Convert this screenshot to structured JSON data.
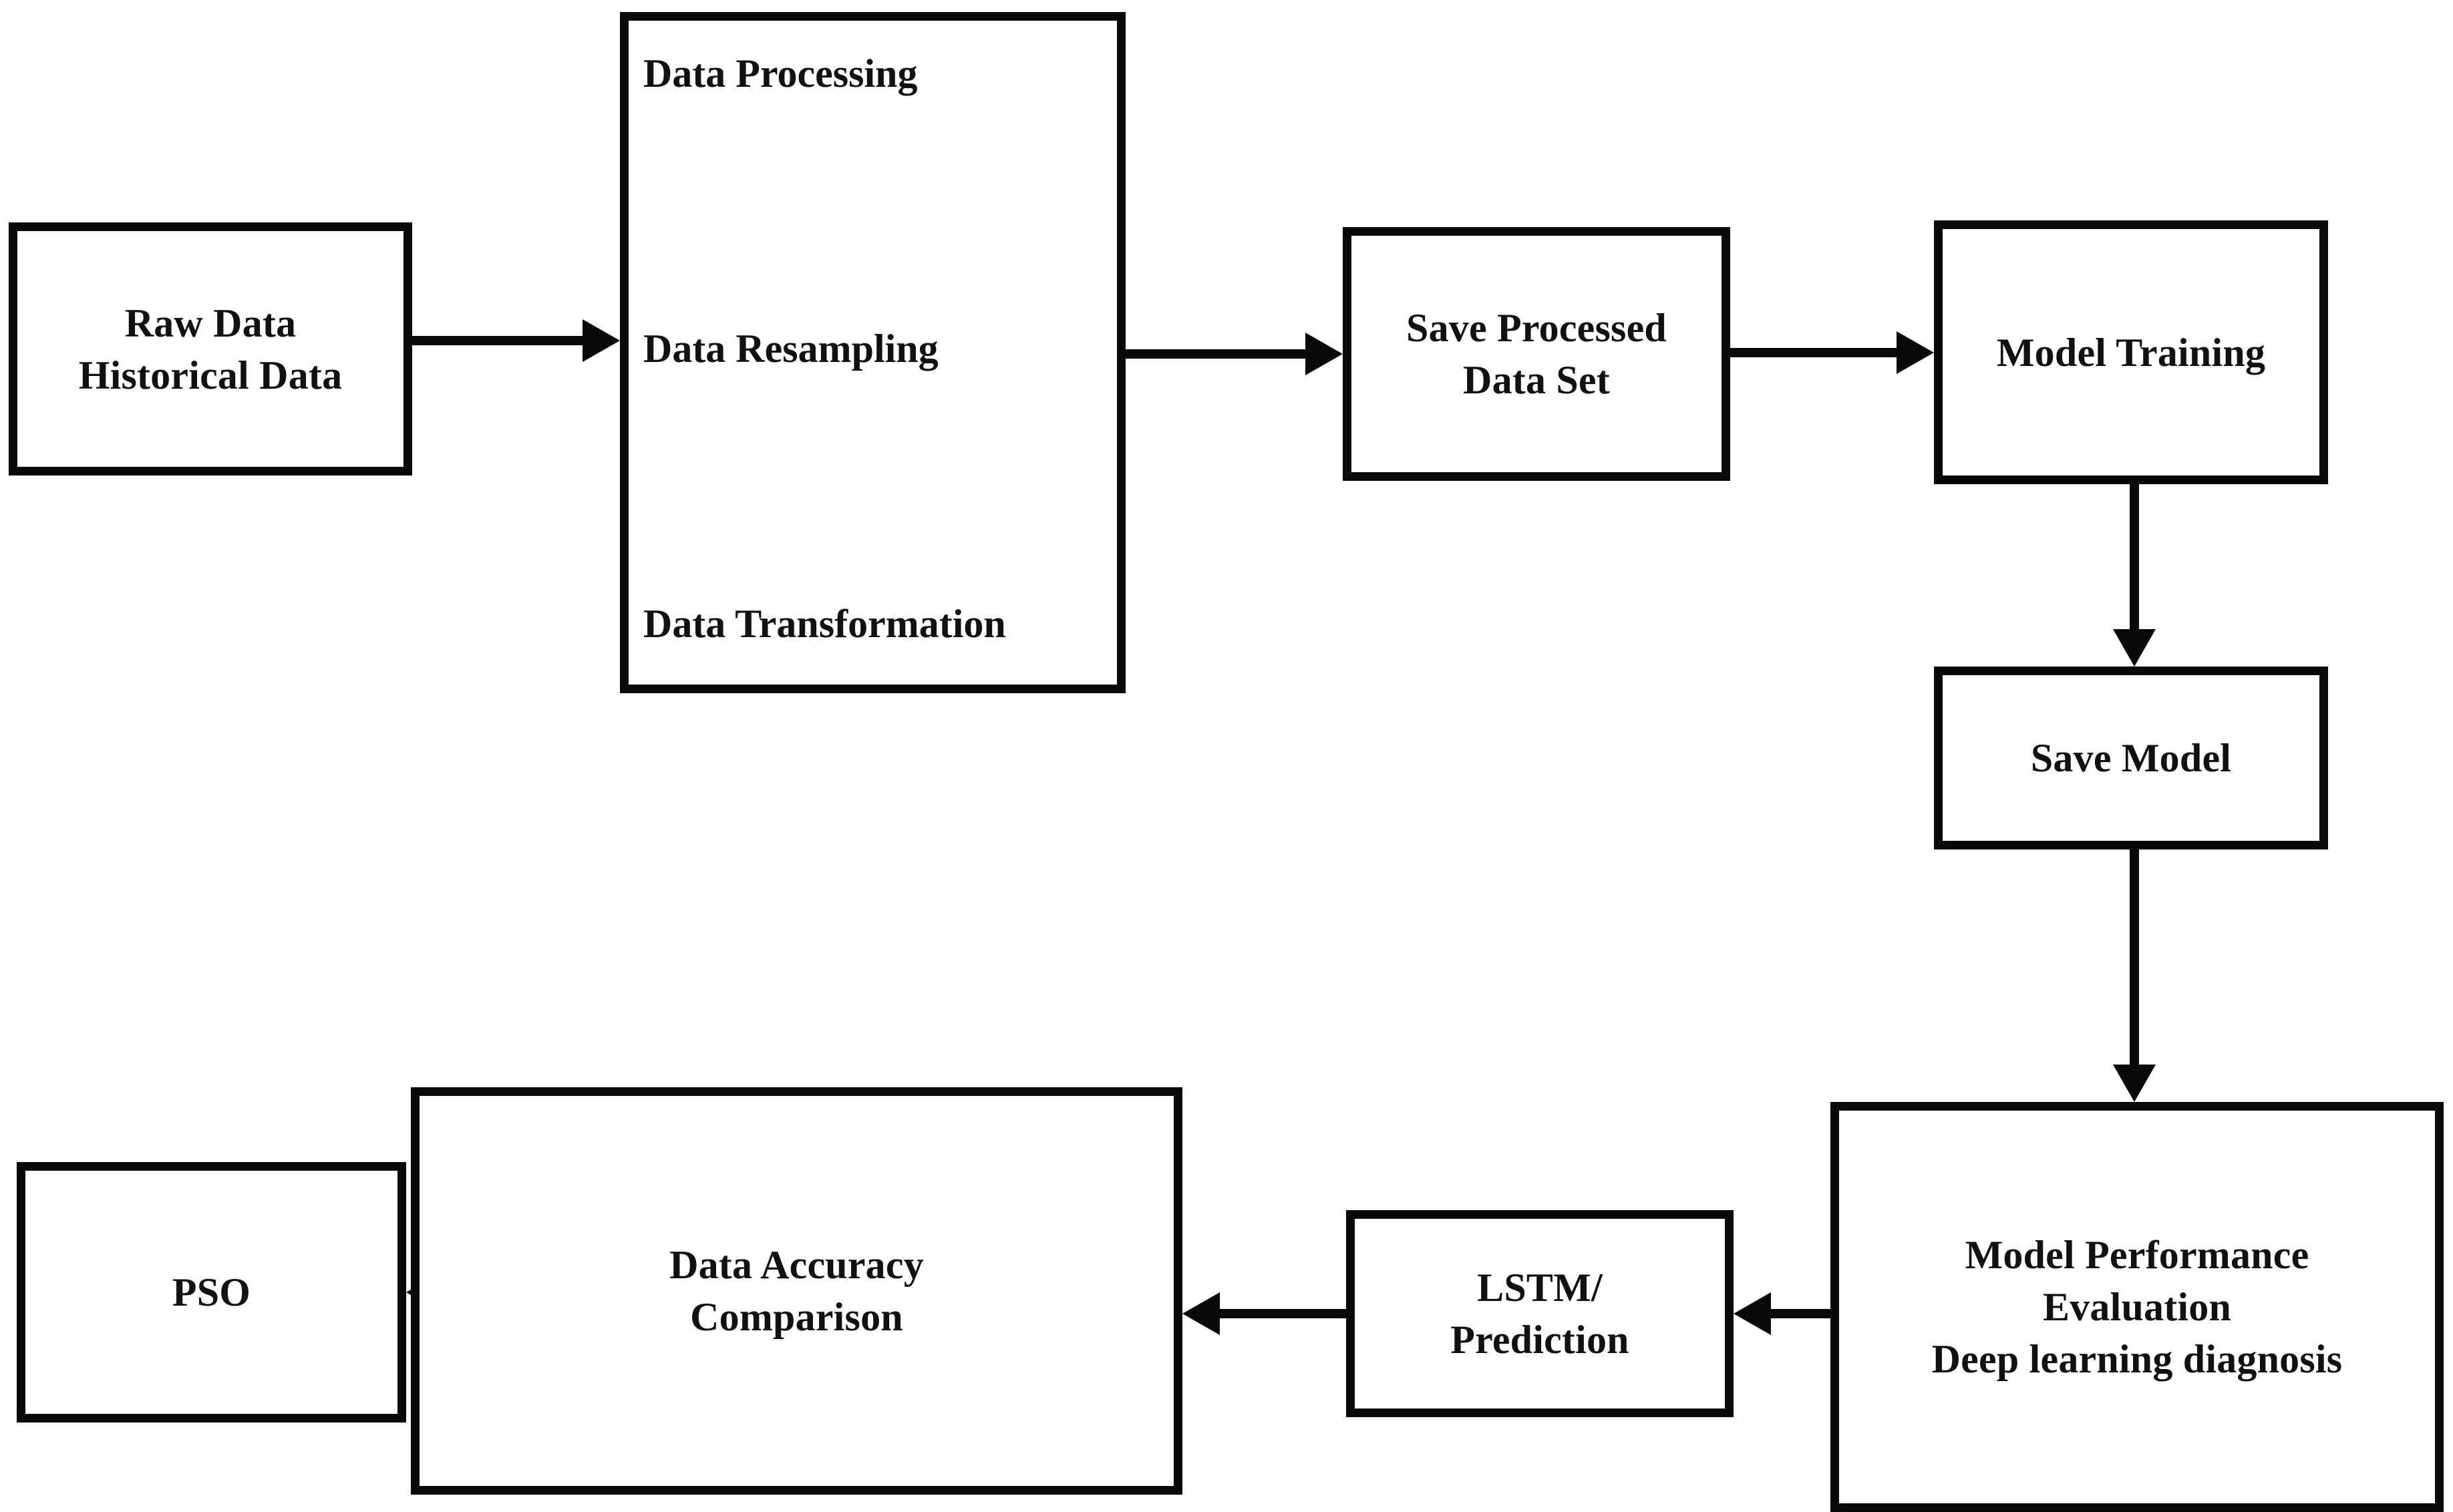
{
  "diagram": {
    "title": "Machine Learning Workflow Flowchart",
    "background_color": "#ffffff",
    "stroke_color": "#0a0a0a",
    "nodes": {
      "raw_data": {
        "label": "Raw Data\nHistorical Data"
      },
      "data_processing": {
        "steps": [
          "Data Processing",
          "Data Resampling",
          "Data Transformation"
        ]
      },
      "save_processed": {
        "label": "Save Processed\nData Set"
      },
      "model_training": {
        "label": "Model Training"
      },
      "save_model": {
        "label": "Save Model"
      },
      "model_performance": {
        "label": "Model Performance\nEvaluation\nDeep learning diagnosis"
      },
      "lstm_prediction": {
        "label": "LSTM/\nPrediction"
      },
      "data_accuracy": {
        "label": "Data Accuracy\nComparison"
      },
      "pso": {
        "label": "PSO"
      }
    },
    "edges": [
      {
        "id": "raw-to-processing",
        "from": "raw_data",
        "to": "data_processing",
        "direction": "right"
      },
      {
        "id": "processing-to-save",
        "from": "data_processing",
        "to": "save_processed",
        "direction": "right"
      },
      {
        "id": "save-to-training",
        "from": "save_processed",
        "to": "model_training",
        "direction": "right"
      },
      {
        "id": "training-to-savemodel",
        "from": "model_training",
        "to": "save_model",
        "direction": "down"
      },
      {
        "id": "savemodel-to-performance",
        "from": "save_model",
        "to": "model_performance",
        "direction": "down"
      },
      {
        "id": "performance-to-lstm",
        "from": "model_performance",
        "to": "lstm_prediction",
        "direction": "left"
      },
      {
        "id": "lstm-to-accuracy",
        "from": "lstm_prediction",
        "to": "data_accuracy",
        "direction": "left"
      },
      {
        "id": "accuracy-to-pso",
        "from": "data_accuracy",
        "to": "pso",
        "direction": "left"
      }
    ]
  }
}
